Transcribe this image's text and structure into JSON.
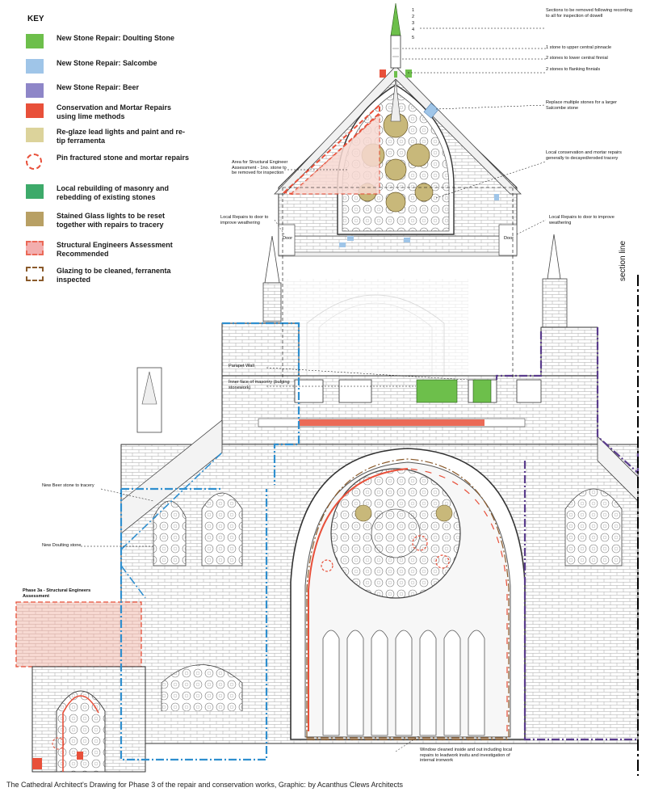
{
  "key": {
    "title": "KEY",
    "items": [
      {
        "label": "New Stone Repair: Doulting Stone",
        "color": "#6dbf4b",
        "style": "solid"
      },
      {
        "label": "New Stone Repair:  Salcombe",
        "color": "#9fc5e8",
        "style": "solid"
      },
      {
        "label": "New Stone Repair:  Beer",
        "color": "#8e86c8",
        "style": "solid"
      },
      {
        "label": "Conservation and Mortar Repairs using lime methods",
        "color": "#e8503a",
        "style": "solid"
      },
      {
        "label": "Re-glaze lead lights and paint and re-tip ferramenta",
        "color": "#dcd39b",
        "style": "solid"
      },
      {
        "label": "Pin fractured stone and mortar repairs",
        "color": "#e8503a",
        "style": "dashed-circle"
      },
      {
        "label": "Local rebuilding of masonry and rebedding of existing stones",
        "color": "#3daa6a",
        "style": "solid"
      },
      {
        "label": "Stained Glass lights to be reset together with repairs to tracery",
        "color": "#b8a064",
        "style": "solid"
      },
      {
        "label": "Structural Engineers Assessment Recommended",
        "color": "#f2a1a1",
        "style": "dashed-box"
      },
      {
        "label": "Glazing to be cleaned, ferranenta inspected",
        "color": "#8a5a2b",
        "style": "dashdot-box"
      }
    ]
  },
  "callouts": {
    "sections_removed": "Sections to be removed following recording to all for inspection of dowell",
    "upper_pinnacle": "1 stone to upper central pinnacle",
    "lower_finnial": "2 stones to lower central finnial",
    "flanking_finnials": "2 stones to flanking finnials",
    "replace_multiple": "Replace multiple stones for a larger Salcombe stone",
    "local_conservation": "Local conservation and mortar repairs generally to decayed/eroded tracery",
    "area_structural": "Area for Structural Engineer Assessment - 1no. stone to be removed for inspection",
    "door_left": "Local Repairs to door to improve weathering",
    "door_right": "Local Repairs to door to improve weathering",
    "door_tag_left": "Door",
    "door_tag_right": "Door",
    "parapet": "Parapet Wall",
    "inner_face": "Inner face of masonry (bulging stonework)",
    "new_beer": "New Beer stone to tracery",
    "new_doulting": "New Doulting stone",
    "phase3a": "Phase 3a - Structural Engineers Assessment",
    "window_cleaned": "Window cleaned inside and out including local repairs to leadwork insitu and investigation of internal ironwork"
  },
  "pinnacle_numbers": [
    "1",
    "2",
    "3",
    "4",
    "5"
  ],
  "section_line": "section line",
  "caption": "The Cathedral Architect's Drawing for Phase 3 of the repair and conservation works, Graphic:  by Acanthus Clews Architects"
}
